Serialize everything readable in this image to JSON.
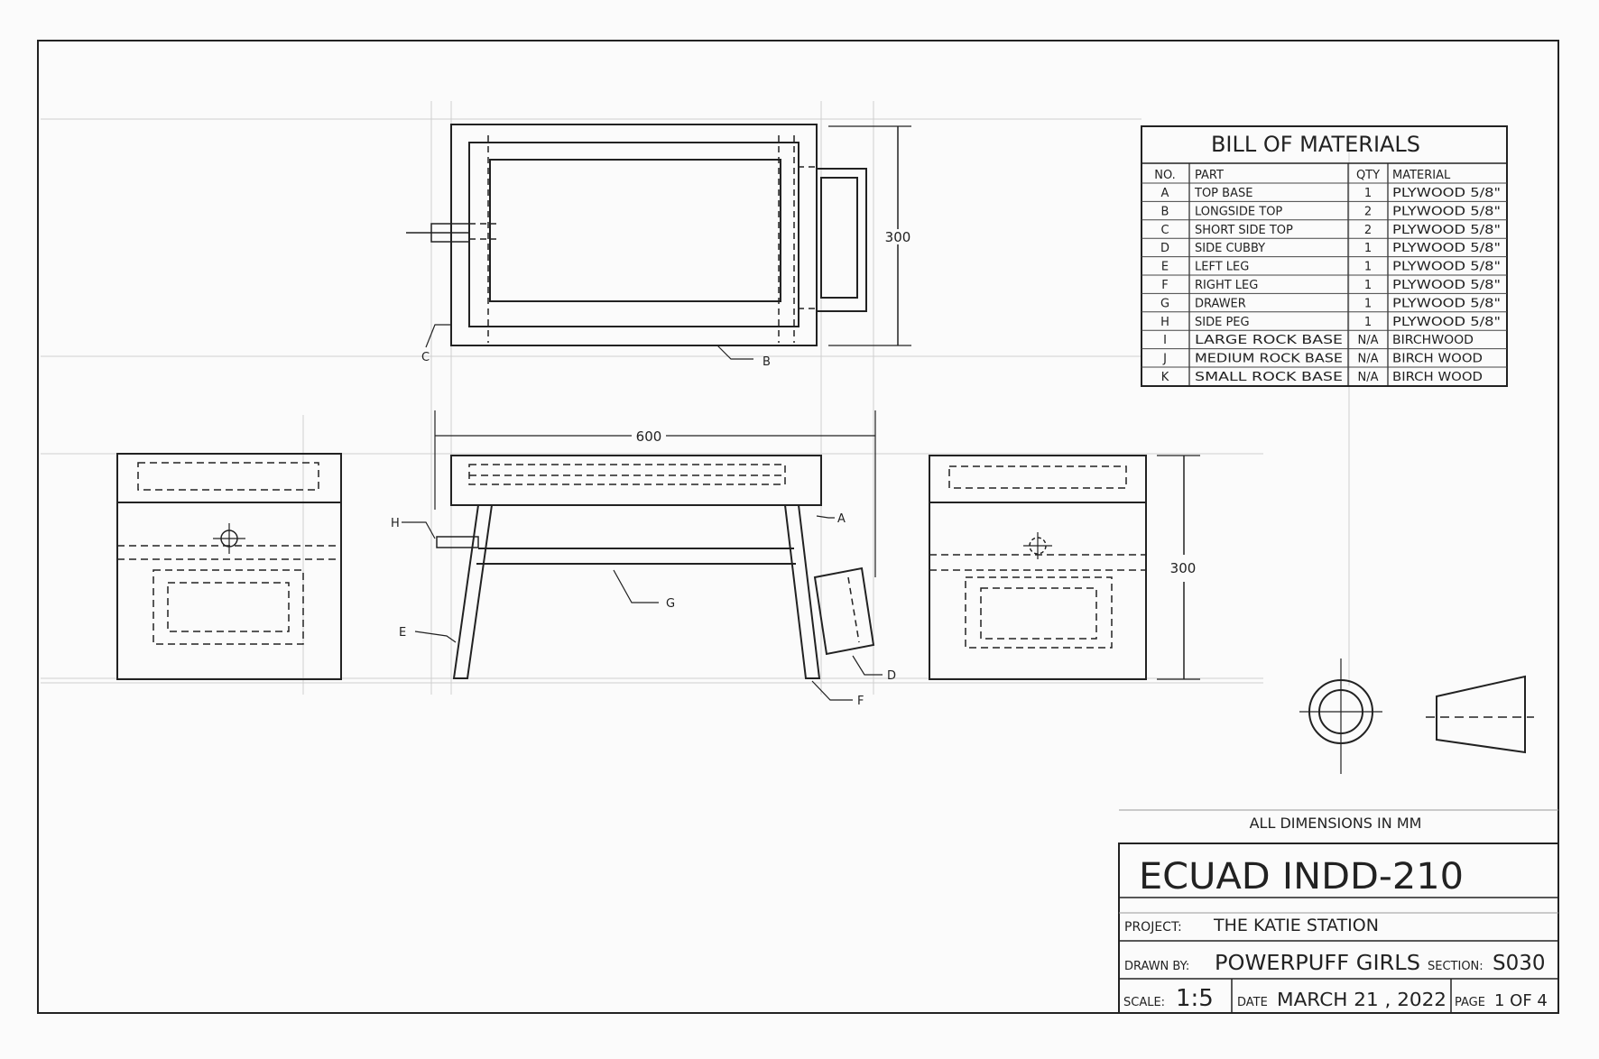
{
  "views": {
    "top": {
      "dimension_depth": "300",
      "labels": {
        "b": "B",
        "c": "C"
      }
    },
    "front": {
      "dimension_width": "600",
      "labels": {
        "a": "A",
        "d": "D",
        "e": "E",
        "f": "F",
        "g": "G",
        "h": "H"
      }
    },
    "right": {
      "dimension_height": "300"
    }
  },
  "bill_of_materials": {
    "title": "BILL OF MATERIALS",
    "columns": [
      "NO.",
      "PART",
      "QTY",
      "MATERIAL"
    ],
    "rows": [
      [
        "A",
        "TOP BASE",
        "1",
        "PLYWOOD 5/8\""
      ],
      [
        "B",
        "LONGSIDE TOP",
        "2",
        "PLYWOOD 5/8\""
      ],
      [
        "C",
        "SHORT SIDE TOP",
        "2",
        "PLYWOOD 5/8\""
      ],
      [
        "D",
        "SIDE CUBBY",
        "1",
        "PLYWOOD 5/8\""
      ],
      [
        "E",
        "LEFT LEG",
        "1",
        "PLYWOOD 5/8\""
      ],
      [
        "F",
        "RIGHT LEG",
        "1",
        "PLYWOOD 5/8\""
      ],
      [
        "G",
        "DRAWER",
        "1",
        "PLYWOOD 5/8\""
      ],
      [
        "H",
        "SIDE PEG",
        "1",
        "PLYWOOD 5/8\""
      ],
      [
        "I",
        "LARGE ROCK BASE",
        "N/A",
        "BIRCHWOOD"
      ],
      [
        "J",
        "MEDIUM ROCK BASE",
        "N/A",
        "BIRCH WOOD"
      ],
      [
        "K",
        "SMALL ROCK BASE",
        "N/A",
        "BIRCH WOOD"
      ]
    ]
  },
  "title_block": {
    "note": "ALL DIMENSIONS IN MM",
    "course": "ECUAD INDD-210",
    "project_label": "PROJECT:",
    "project": "THE KATIE STATION",
    "drawn_by_label": "DRAWN BY:",
    "drawn_by": "POWERPUFF GIRLS",
    "section_label": "SECTION:",
    "section": "S030",
    "scale_label": "SCALE:",
    "scale": "1:5",
    "date_label": "DATE",
    "date": "MARCH 21 , 2022",
    "page_label": "PAGE",
    "page": "1 OF 4"
  },
  "colors": {
    "paper": "#fbfbfb",
    "ink": "#222222",
    "construction": "#c8c8c8"
  }
}
